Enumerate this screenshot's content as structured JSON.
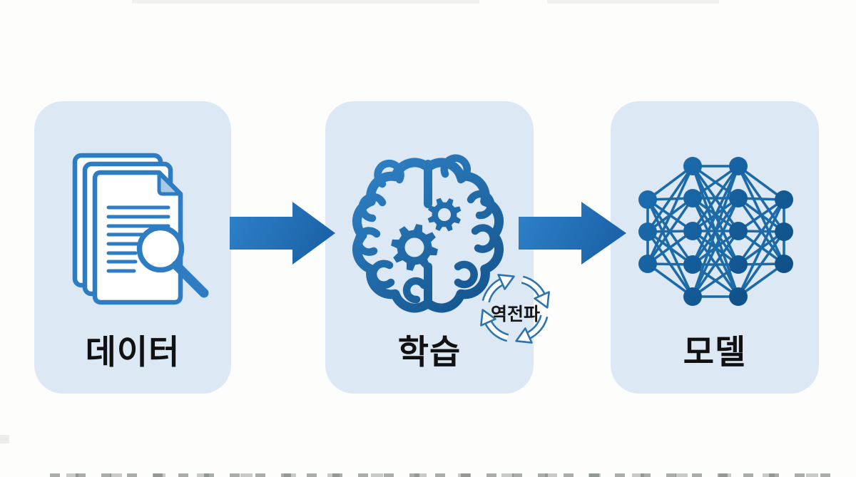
{
  "diagram": {
    "description_labels_visible": [
      "데이터",
      "학습",
      "모델",
      "역전파"
    ]
  },
  "steps": [
    {
      "id": "data",
      "label": "데이터",
      "icon": "documents-search-icon"
    },
    {
      "id": "training",
      "label": "학습",
      "icon": "brain-gears-icon",
      "cycle_label": "역전파",
      "cycle_icon": "backprop-cycle-icon"
    },
    {
      "id": "model",
      "label": "모델",
      "icon": "neural-network-icon"
    }
  ],
  "colors": {
    "page_bg": "#fdfdfc",
    "card_bg": "#dce8f4",
    "arrow_light": "#2e82c9",
    "arrow_dark": "#1c63a9",
    "doc": "#2e7cc2",
    "doc_fill": "#ffffff",
    "fold": "#a9c9e9",
    "brain_light": "#2e7fc2",
    "brain_dark": "#15568f",
    "net_light": "#1d6fb3",
    "net_dark": "#0d4c82",
    "net_line": "#1c6aa6",
    "cycle": "#2d73ae",
    "cycle_fill": "#ffffff",
    "label_text": "#111111"
  }
}
